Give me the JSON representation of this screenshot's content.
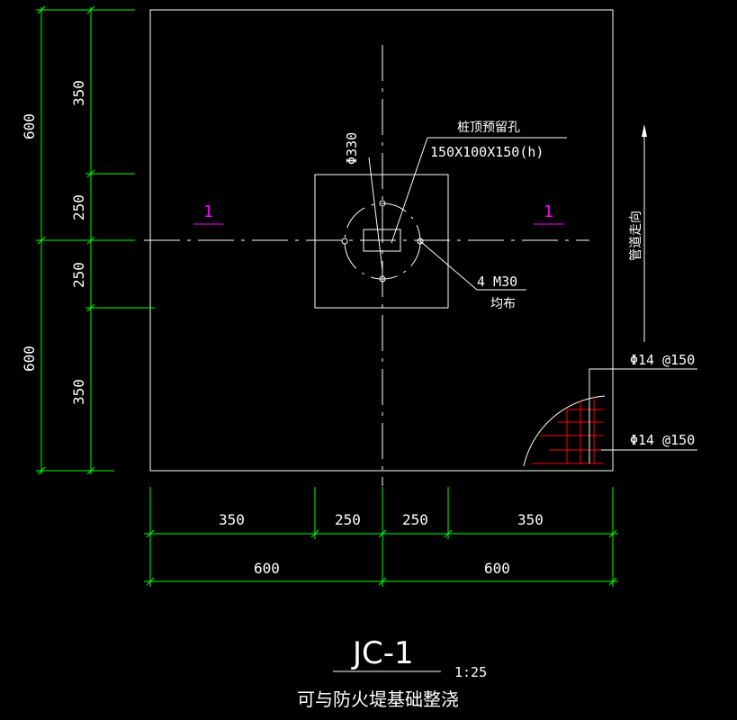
{
  "drawing": {
    "title": "JC-1",
    "scale": "1:25",
    "subtitle": "可与防火堤基础整浇"
  },
  "dimensions": {
    "left": {
      "upper_total": "600",
      "upper_outer": "350",
      "upper_inner": "250",
      "lower_inner": "250",
      "lower_outer": "350",
      "lower_total": "600"
    },
    "bottom": {
      "seg1": "350",
      "seg2": "250",
      "seg3": "250",
      "seg4": "350",
      "total_left": "600",
      "total_right": "600"
    }
  },
  "annotations": {
    "pile_hole_label": "桩顶预留孔",
    "pile_hole_size": "150X100X150(h)",
    "bolt_circle": "Φ330",
    "bolts": "4 M30",
    "bolts_note": "均布",
    "section_left": "1",
    "section_right": "1",
    "pipe_direction": "管道走向",
    "rebar_top": "Φ14 @150",
    "rebar_bottom": "Φ14 @150"
  },
  "colors": {
    "outline": "#ffffff",
    "dimension": "#00ff00",
    "section": "#ff00ff",
    "rebar": "#ff0000"
  }
}
